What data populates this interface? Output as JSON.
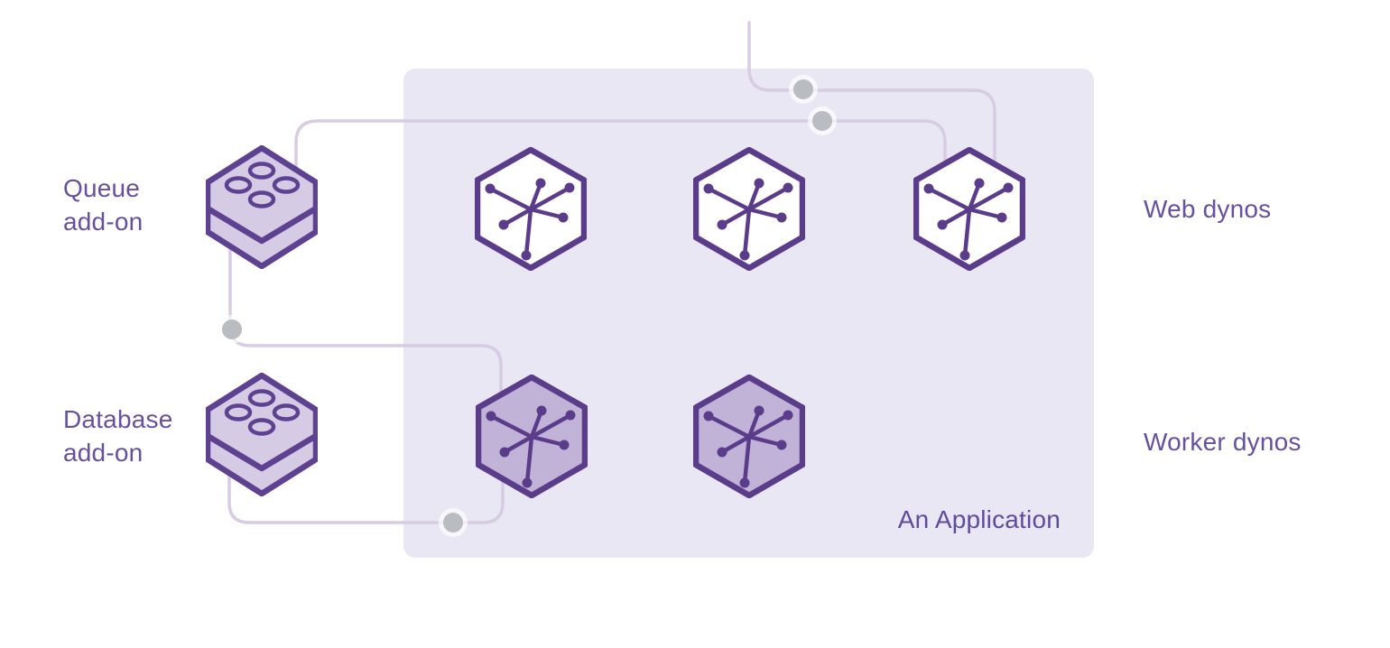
{
  "diagram": {
    "title": "Application architecture diagram",
    "panel": {
      "label": "An Application"
    },
    "labels": {
      "queue_addon_line1": "Queue",
      "queue_addon_line2": "add-on",
      "database_addon_line1": "Database",
      "database_addon_line2": "add-on",
      "web_dynos": "Web dynos",
      "worker_dynos": "Worker dynos"
    },
    "nodes": {
      "web_dyno_count": 3,
      "worker_dyno_count": 2,
      "addons": [
        "Queue add-on",
        "Database add-on"
      ]
    },
    "icons": [
      "queue-addon-brick-icon",
      "database-addon-brick-icon",
      "web-dyno-hexagon-icon",
      "worker-dyno-hexagon-icon"
    ],
    "connections": [
      "external-traffic-to-web-dyno-3",
      "queue-addon-to-web-dyno-3",
      "queue-addon-to-worker-dyno-1",
      "database-addon-to-worker-dyno-1"
    ],
    "colors": {
      "background": "#ffffff",
      "panel_bg": "#eae7f4",
      "connector_line": "#d7cce4",
      "connector_dot": "#b9bcc1",
      "icon_stroke_dark_purple": "#5b3c8a",
      "addon_fill": "#d5cbe5",
      "web_dyno_fill": "#ffffff",
      "worker_dyno_fill": "#c1b2d8",
      "label_text": "#67509f",
      "application_label_text": "#5f4b9e"
    }
  }
}
